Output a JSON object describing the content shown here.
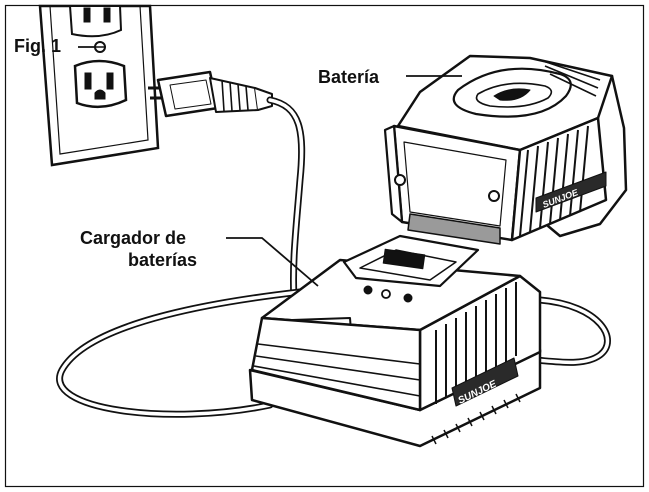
{
  "figure": {
    "label": "Fig. 1",
    "callouts": {
      "battery": "Batería",
      "charger_line1": "Cargador de",
      "charger_line2": "baterías"
    },
    "brand_text": "SUNJOE"
  },
  "colors": {
    "ink": "#111111",
    "paper": "#ffffff",
    "shade": "#9a9a9a",
    "dark": "#2a2a2a"
  }
}
